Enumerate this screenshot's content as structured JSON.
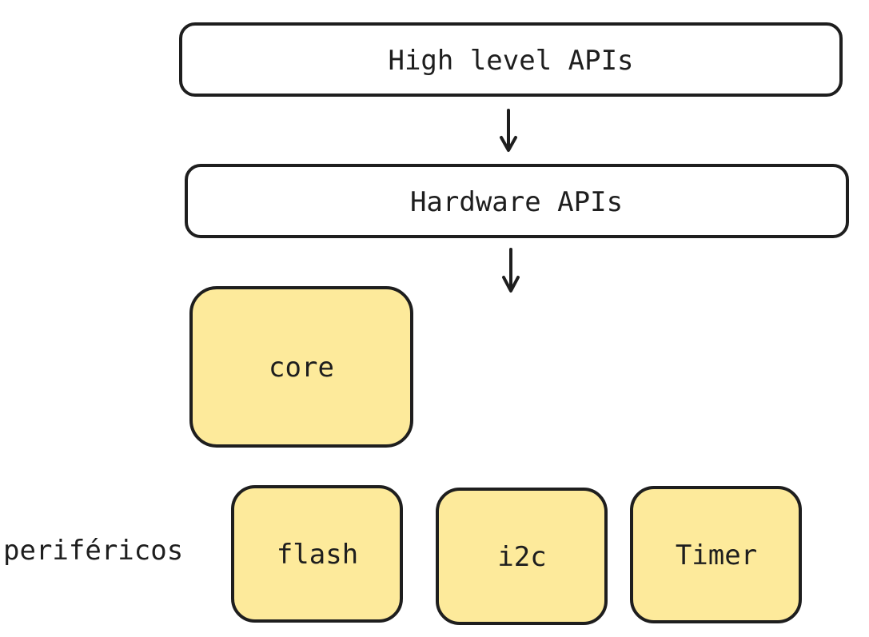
{
  "colors": {
    "stroke": "#1e1e1e",
    "plain_fill": "#ffffff",
    "yellow_fill": "#fdea9b"
  },
  "layers": {
    "high_level": "High level APIs",
    "hardware": "Hardware APIs"
  },
  "core": {
    "label": "core"
  },
  "peripherals": {
    "group_label": "periféricos",
    "items": [
      {
        "label": "flash"
      },
      {
        "label": "i2c"
      },
      {
        "label": "Timer"
      }
    ]
  }
}
